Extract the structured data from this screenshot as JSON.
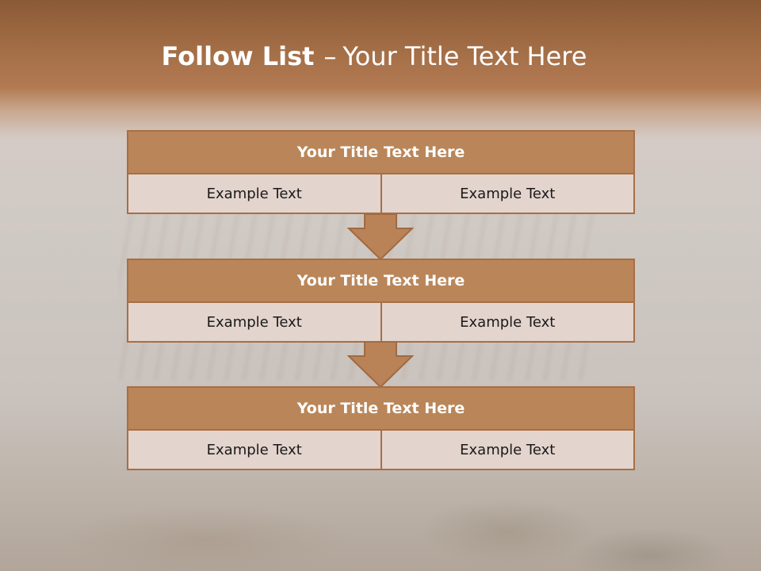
{
  "slide": {
    "title_bold": "Follow List",
    "title_separator": "–",
    "title_rest": "Your Title Text Here"
  },
  "steps": [
    {
      "title": "Your Title Text Here",
      "left": "Example Text",
      "right": "Example Text"
    },
    {
      "title": "Your Title Text Here",
      "left": "Example Text",
      "right": "Example Text"
    },
    {
      "title": "Your Title Text Here",
      "left": "Example Text",
      "right": "Example Text"
    }
  ],
  "colors": {
    "header_fill": "#ba8659",
    "border": "#a86e45",
    "row_fill": "#e3d4cd",
    "arrow_fill": "#b98257"
  },
  "icons": [
    "down-arrow-icon"
  ]
}
